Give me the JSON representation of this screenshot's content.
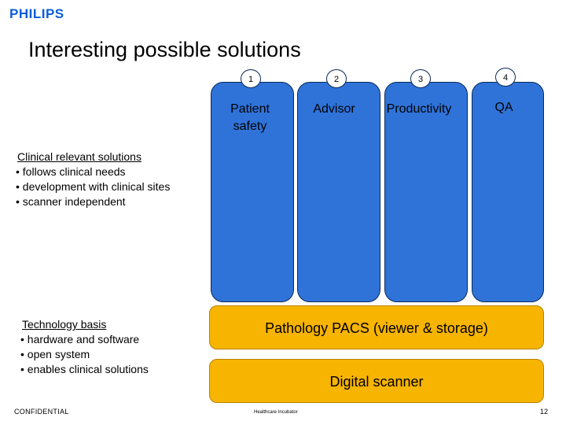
{
  "brand": {
    "logo_text": "PHILIPS"
  },
  "slide": {
    "title": "Interesting possible solutions"
  },
  "pillars": [
    {
      "number": "1",
      "label_line1": "Patient",
      "label_line2": "safety"
    },
    {
      "number": "2",
      "label_line1": "Advisor",
      "label_line2": ""
    },
    {
      "number": "3",
      "label_line1": "Productivity",
      "label_line2": ""
    },
    {
      "number": "4",
      "label_line1": "QA",
      "label_line2": ""
    }
  ],
  "foundation": {
    "pacs_label": "Pathology PACS (viewer & storage)",
    "scanner_label": "Digital scanner"
  },
  "clinical": {
    "heading": "Clinical relevant solutions",
    "bullets": [
      "• follows clinical needs",
      "• development with clinical sites",
      "• scanner independent"
    ]
  },
  "technology": {
    "heading": "Technology basis",
    "bullets": [
      "• hardware and software",
      "• open system",
      "• enables clinical solutions"
    ]
  },
  "footer": {
    "left": "CONFIDENTIAL",
    "center": "Healthcare Incubator",
    "page_number": "12"
  },
  "colors": {
    "pillar_fill": "#2f73d9",
    "block_fill": "#f7b400",
    "logo": "#0b5ed7"
  }
}
